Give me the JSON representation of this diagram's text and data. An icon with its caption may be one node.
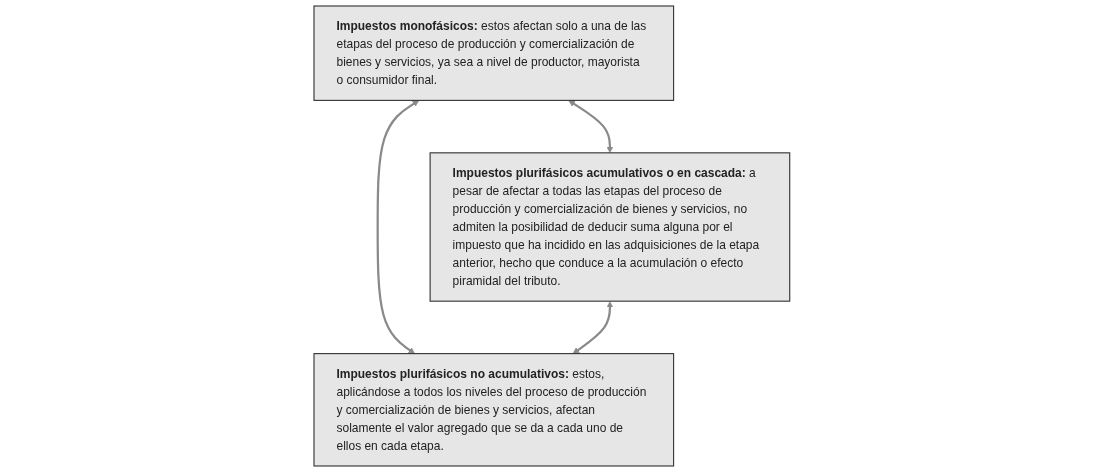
{
  "diagram": {
    "nodes": [
      {
        "text": [
          "**Impuestos monofásicos:** estos afectan solo a una de las etapas del proceso de producción y comercialización de bienes y servicios, ya sea a nivel de productor, mayorista o consumidor final."
        ]
      },
      {
        "text": [
          "**Impuestos plurifásicos acumulativos o en cascada:** a pesar de afectar a todas las etapas del proceso de producción y comercialización de bienes y servicios, no admiten la posibilidad de deducir suma alguna por el impuesto que ha incidido en las adquisiciones de la etapa anterior, hecho que conduce a la acumulación o efecto piramidal del tributo."
        ]
      },
      {
        "text": [
          "**Impuestos plurifásicos no acumulativos:** estos, aplicándose a todos los niveles del proceso de producción y comercialización de bienes y servicios, afectan solamente el valor agregado que se da a cada uno de ellos en cada etapa."
        ]
      }
    ],
    "edges": [
      {
        "from": 0,
        "to": 1,
        "arrow": "both"
      },
      {
        "from": 0,
        "to": 2,
        "arrow": "both"
      },
      {
        "from": 1,
        "to": 2,
        "arrow": "both"
      }
    ]
  }
}
